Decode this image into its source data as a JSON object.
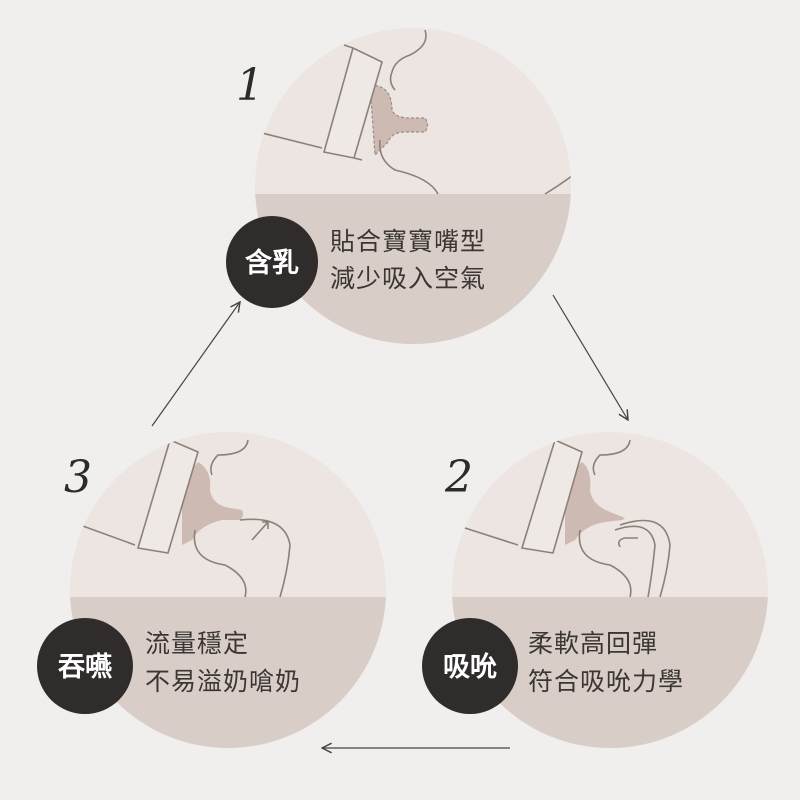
{
  "steps": [
    {
      "number": "1",
      "badge": "含乳",
      "line1": "貼合寶寶嘴型",
      "line2": "減少吸入空氣"
    },
    {
      "number": "2",
      "badge": "吸吮",
      "line1": "柔軟高回彈",
      "line2": "符合吸吮力學"
    },
    {
      "number": "3",
      "badge": "吞嚥",
      "line1": "流量穩定",
      "line2": "不易溢奶嗆奶"
    }
  ],
  "colors": {
    "background": "#f0efee",
    "circle_top": "#ece5e1",
    "circle_bottom": "#d9cdc8",
    "badge": "#2f2c2b",
    "nipple": "#cdbab2"
  }
}
